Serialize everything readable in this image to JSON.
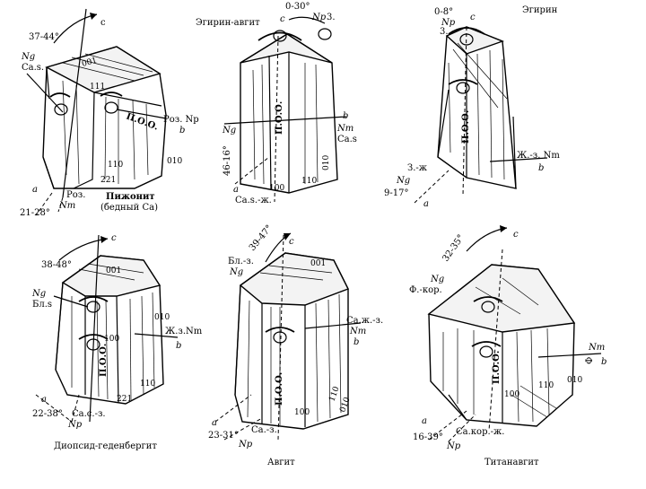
{
  "crystals": [
    {
      "id": "pigeonite",
      "name": "Пижонит",
      "subname": "(бедный Са)",
      "angle": "37-44°",
      "angle2": "21-28°",
      "labels": {
        "c": "c",
        "a": "a",
        "ng": "Ng",
        "cas": "Са.s.",
        "pos_np": "Роз. Np",
        "b": "b",
        "pos": "Роз.",
        "nm": "Nm"
      },
      "faces": {
        "f001": "001",
        "f111": "111",
        "f110": "110",
        "f010": "010",
        "f221": "221"
      },
      "oo": "П.О.О."
    },
    {
      "id": "aegirine-augite",
      "name": "Эгирин-авгит",
      "angle": "0-30°",
      "angle2": "46-16°",
      "labels": {
        "c": "c",
        "np": "Np",
        "z": "3.",
        "ng": "Ng",
        "b": "b",
        "nm": "Nm",
        "cas": "Са.s",
        "a": "a",
        "casj": "Са.s.-ж."
      },
      "faces": {
        "f100": "100",
        "f110": "110",
        "f010": "010"
      },
      "oo": "П.О.О."
    },
    {
      "id": "aegirine",
      "name": "Эгирин",
      "angle": "0-8°",
      "angle2": "9-17°",
      "labels": {
        "c": "c",
        "np": "Np",
        "z": "3.",
        "zj": "З.-ж",
        "ng": "Ng",
        "a": "a",
        "jz_nm": "Ж.-з. Nm",
        "b": "b"
      },
      "oo": "П.О.О."
    },
    {
      "id": "diopside-hedenbergite",
      "name": "Диопсид-геденбергит",
      "angle": "38-48°",
      "angle2": "22-38°",
      "labels": {
        "c": "c",
        "ng": "Ng",
        "bls": "Бл.s",
        "jz_nm": "Ж.з.Nm",
        "b": "b",
        "a": "a",
        "cass": "Са.с.-з.",
        "np": "Np"
      },
      "faces": {
        "f001": "001",
        "f010": "010",
        "f100": "100",
        "f110": "110",
        "f221": "221"
      },
      "oo": "П.О.О."
    },
    {
      "id": "augite",
      "name": "Авгит",
      "angle": "39-47°",
      "angle2": "23-31°",
      "labels": {
        "c": "c",
        "ng_bl": "Бл.-з.",
        "ng": "Ng",
        "casj": "Са.ж.-з.",
        "nm": "Nm",
        "b": "b",
        "a": "a",
        "cas": "Са.-з.",
        "np": "Np"
      },
      "faces": {
        "f001": "001",
        "f100": "100",
        "f110": "110",
        "f010": "010"
      },
      "oo": "П.О.О."
    },
    {
      "id": "titanaugite",
      "name": "Титанавгит",
      "angle": "32-35°",
      "angle2": "16-39°",
      "labels": {
        "c": "c",
        "ng": "Ng",
        "fkor": "Ф.-кор.",
        "nm": "Nm",
        "f": "Ф",
        "b": "b",
        "a": "a",
        "cajkor": "Са.кор.-ж.",
        "np": "Np"
      },
      "faces": {
        "f100": "100",
        "f110": "110",
        "f010": "010"
      },
      "oo": "П.О.О."
    }
  ]
}
